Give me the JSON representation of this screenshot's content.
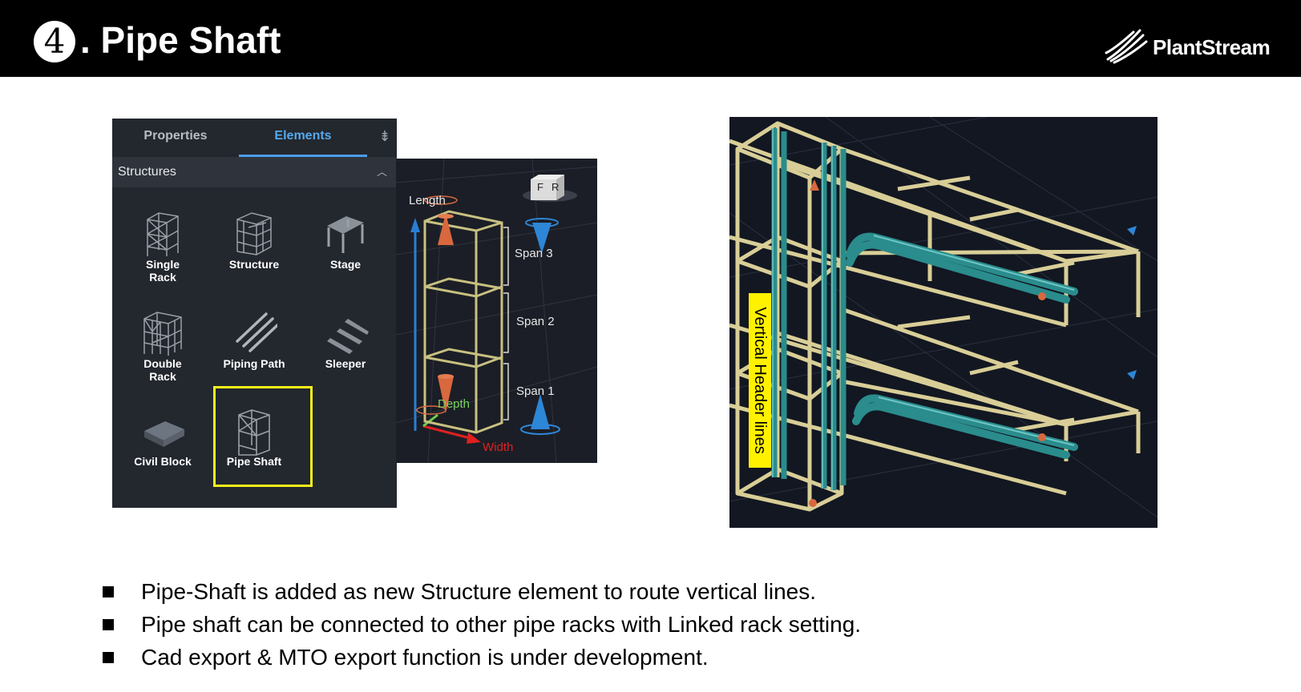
{
  "header": {
    "number": "4",
    "title": ". Pipe Shaft",
    "logo_text": "PlantStream"
  },
  "panel": {
    "tabs": [
      {
        "label": "Properties",
        "active": false
      },
      {
        "label": "Elements",
        "active": true
      }
    ],
    "section_title": "Structures",
    "tiles": [
      {
        "label": "Single\nRack",
        "icon": "single-rack-icon"
      },
      {
        "label": "Structure",
        "icon": "structure-icon"
      },
      {
        "label": "Stage",
        "icon": "stage-icon"
      },
      {
        "label": "Double\nRack",
        "icon": "double-rack-icon"
      },
      {
        "label": "Piping Path",
        "icon": "piping-path-icon"
      },
      {
        "label": "Sleeper",
        "icon": "sleeper-icon"
      },
      {
        "label": "Civil Block",
        "icon": "civil-block-icon"
      },
      {
        "label": "Pipe Shaft",
        "icon": "pipe-shaft-icon",
        "highlighted": true
      }
    ],
    "highlight_color": "#f5f21a",
    "accent_color": "#4a9eea"
  },
  "span_view": {
    "length_label": "Length",
    "depth_label": "Depth",
    "width_label": "Width",
    "spans": [
      "Span 3",
      "Span 2",
      "Span 1"
    ],
    "viewcube_faces": [
      "F",
      "R"
    ]
  },
  "shaft_view": {
    "vertical_label": "Vertical Header lines",
    "label_color": "#fff100"
  },
  "bullets": [
    "Pipe-Shaft is added as new Structure element to route vertical lines.",
    "Pipe shaft can be connected to other pipe racks with Linked rack setting.",
    "Cad export & MTO export function is under development."
  ]
}
